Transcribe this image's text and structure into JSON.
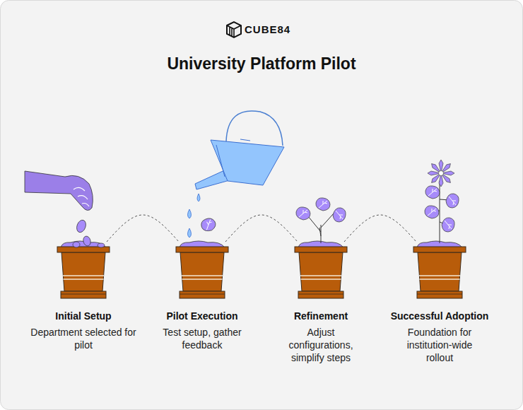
{
  "diagram": {
    "title": "University Platform Pilot",
    "nodes": [
      {
        "text": [
          "Initial Setup",
          "Department selected for pilot"
        ]
      },
      {
        "text": [
          "Pilot Execution",
          "Test setup, gather feedback"
        ]
      },
      {
        "text": [
          "Refinement",
          "Adjust configurations, simplify steps"
        ]
      },
      {
        "text": [
          "Successful Adoption",
          "Foundation for institution-wide rollout"
        ]
      }
    ],
    "edges": [
      {
        "from": 0,
        "to": 1,
        "arrow": "none"
      },
      {
        "from": 1,
        "to": 2,
        "arrow": "none"
      },
      {
        "from": 2,
        "to": 3,
        "arrow": "none"
      }
    ],
    "labels": [
      "CUBE84"
    ]
  }
}
